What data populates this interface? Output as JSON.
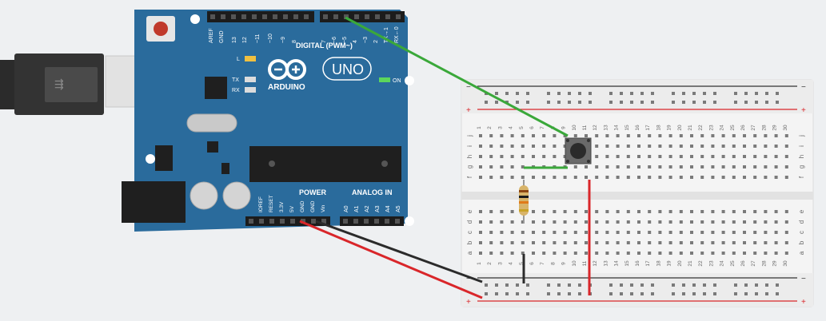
{
  "arduino": {
    "brand": "ARDUINO",
    "model": "UNO",
    "digital_label": "DIGITAL (PWM~)",
    "power_label": "POWER",
    "analog_label": "ANALOG IN",
    "on_label": "ON",
    "l_label": "L",
    "tx_label": "TX",
    "rx_label": "RX",
    "digital_pins": [
      "AREF",
      "GND",
      "13",
      "12",
      "~11",
      "~10",
      "~9",
      "8",
      "7",
      "~6",
      "~5",
      "4",
      "~3",
      "2",
      "TX→1",
      "RX←0"
    ],
    "power_pins": [
      "IOREF",
      "RESET",
      "3.3V",
      "5V",
      "GND",
      "GND",
      "Vin"
    ],
    "analog_pins": [
      "A0",
      "A1",
      "A2",
      "A3",
      "A4",
      "A5"
    ]
  },
  "breadboard": {
    "plus_label": "+",
    "minus_label": "−",
    "row_letters_top": [
      "j",
      "i",
      "h",
      "g",
      "f"
    ],
    "row_letters_bottom": [
      "e",
      "d",
      "c",
      "b",
      "a"
    ],
    "columns": [
      "1",
      "2",
      "3",
      "4",
      "5",
      "6",
      "7",
      "8",
      "9",
      "10",
      "11",
      "12",
      "13",
      "14",
      "15",
      "16",
      "17",
      "18",
      "19",
      "20",
      "21",
      "22",
      "23",
      "24",
      "25",
      "26",
      "27",
      "28",
      "29",
      "30"
    ]
  },
  "colors": {
    "board_blue": "#2a6b9c",
    "wire_green": "#3aa83a",
    "wire_red": "#d9262a",
    "wire_black": "#2b2b2b",
    "rail_red": "#d9262a",
    "rail_black": "#333333"
  }
}
